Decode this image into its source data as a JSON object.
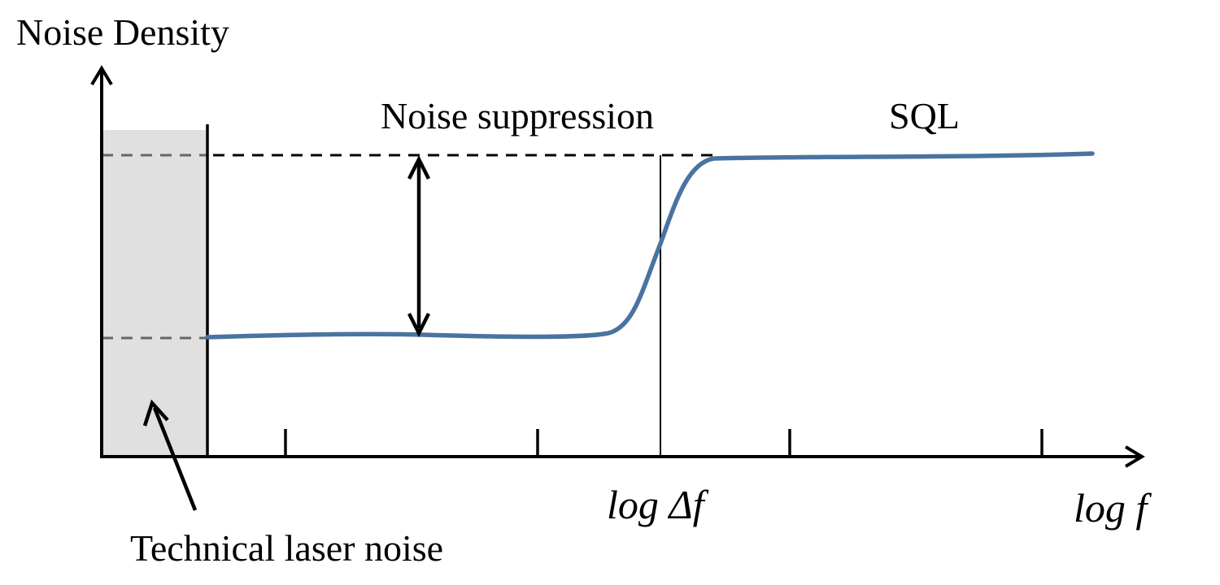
{
  "labels": {
    "y_axis": "Noise Density",
    "x_axis": "log f",
    "cutoff": "log Δf",
    "noise_suppression": "Noise suppression",
    "sql": "SQL",
    "technical_noise": "Technical laser noise"
  },
  "colors": {
    "curve": "#4a73a0",
    "shaded_region": "#e0e0e0",
    "axes": "#000000",
    "dashed_reference": "#000000",
    "dashed_in_region": "#666666"
  },
  "semantics": {
    "curve_low_level": 0.24,
    "curve_high_level": 0.89,
    "y_axis_top": 1.0
  },
  "icons": {
    "suppression_marker": "double-headed-arrow",
    "technical_noise_pointer": "pointer-arrow"
  }
}
